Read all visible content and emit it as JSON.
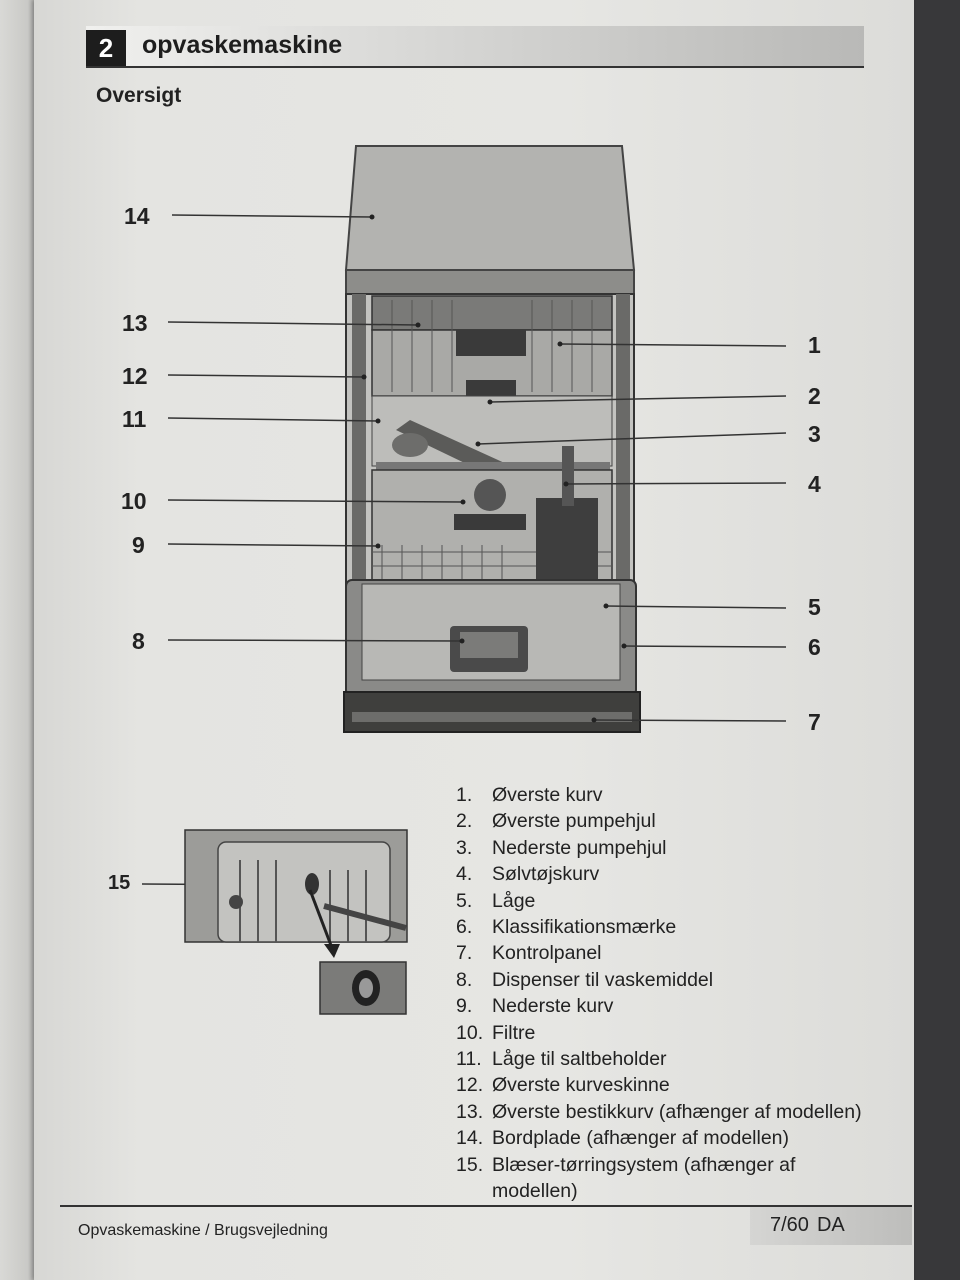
{
  "header": {
    "section_number": "2",
    "section_title": "opvaskemaskine"
  },
  "subtitle": "Oversigt",
  "callouts": [
    "14",
    "13",
    "12",
    "11",
    "10",
    "9",
    "8",
    "1",
    "2",
    "3",
    "4",
    "5",
    "6",
    "7",
    "15"
  ],
  "parts": [
    {
      "num": "1.",
      "label": "Øverste kurv"
    },
    {
      "num": "2.",
      "label": "Øverste pumpehjul"
    },
    {
      "num": "3.",
      "label": "Nederste pumpehjul"
    },
    {
      "num": "4.",
      "label": "Sølvtøjskurv"
    },
    {
      "num": "5.",
      "label": "Låge"
    },
    {
      "num": "6.",
      "label": "Klassifikationsmærke"
    },
    {
      "num": "7.",
      "label": "Kontrolpanel"
    },
    {
      "num": "8.",
      "label": "Dispenser til vaskemiddel"
    },
    {
      "num": "9.",
      "label": "Nederste kurv"
    },
    {
      "num": "10.",
      "label": "Filtre"
    },
    {
      "num": "11.",
      "label": "Låge til saltbeholder"
    },
    {
      "num": "12.",
      "label": "Øverste kurveskinne"
    },
    {
      "num": "13.",
      "label": "Øverste bestikkurv (afhænger af modellen)"
    },
    {
      "num": "14.",
      "label": "Bordplade (afhænger af modellen)"
    },
    {
      "num": "15.",
      "label": "Blæser-tørringsystem (afhænger af modellen)"
    }
  ],
  "footer": {
    "left": "Opvaskemaskine / Brugsvejledning",
    "page": "7/60",
    "lang": "DA"
  }
}
